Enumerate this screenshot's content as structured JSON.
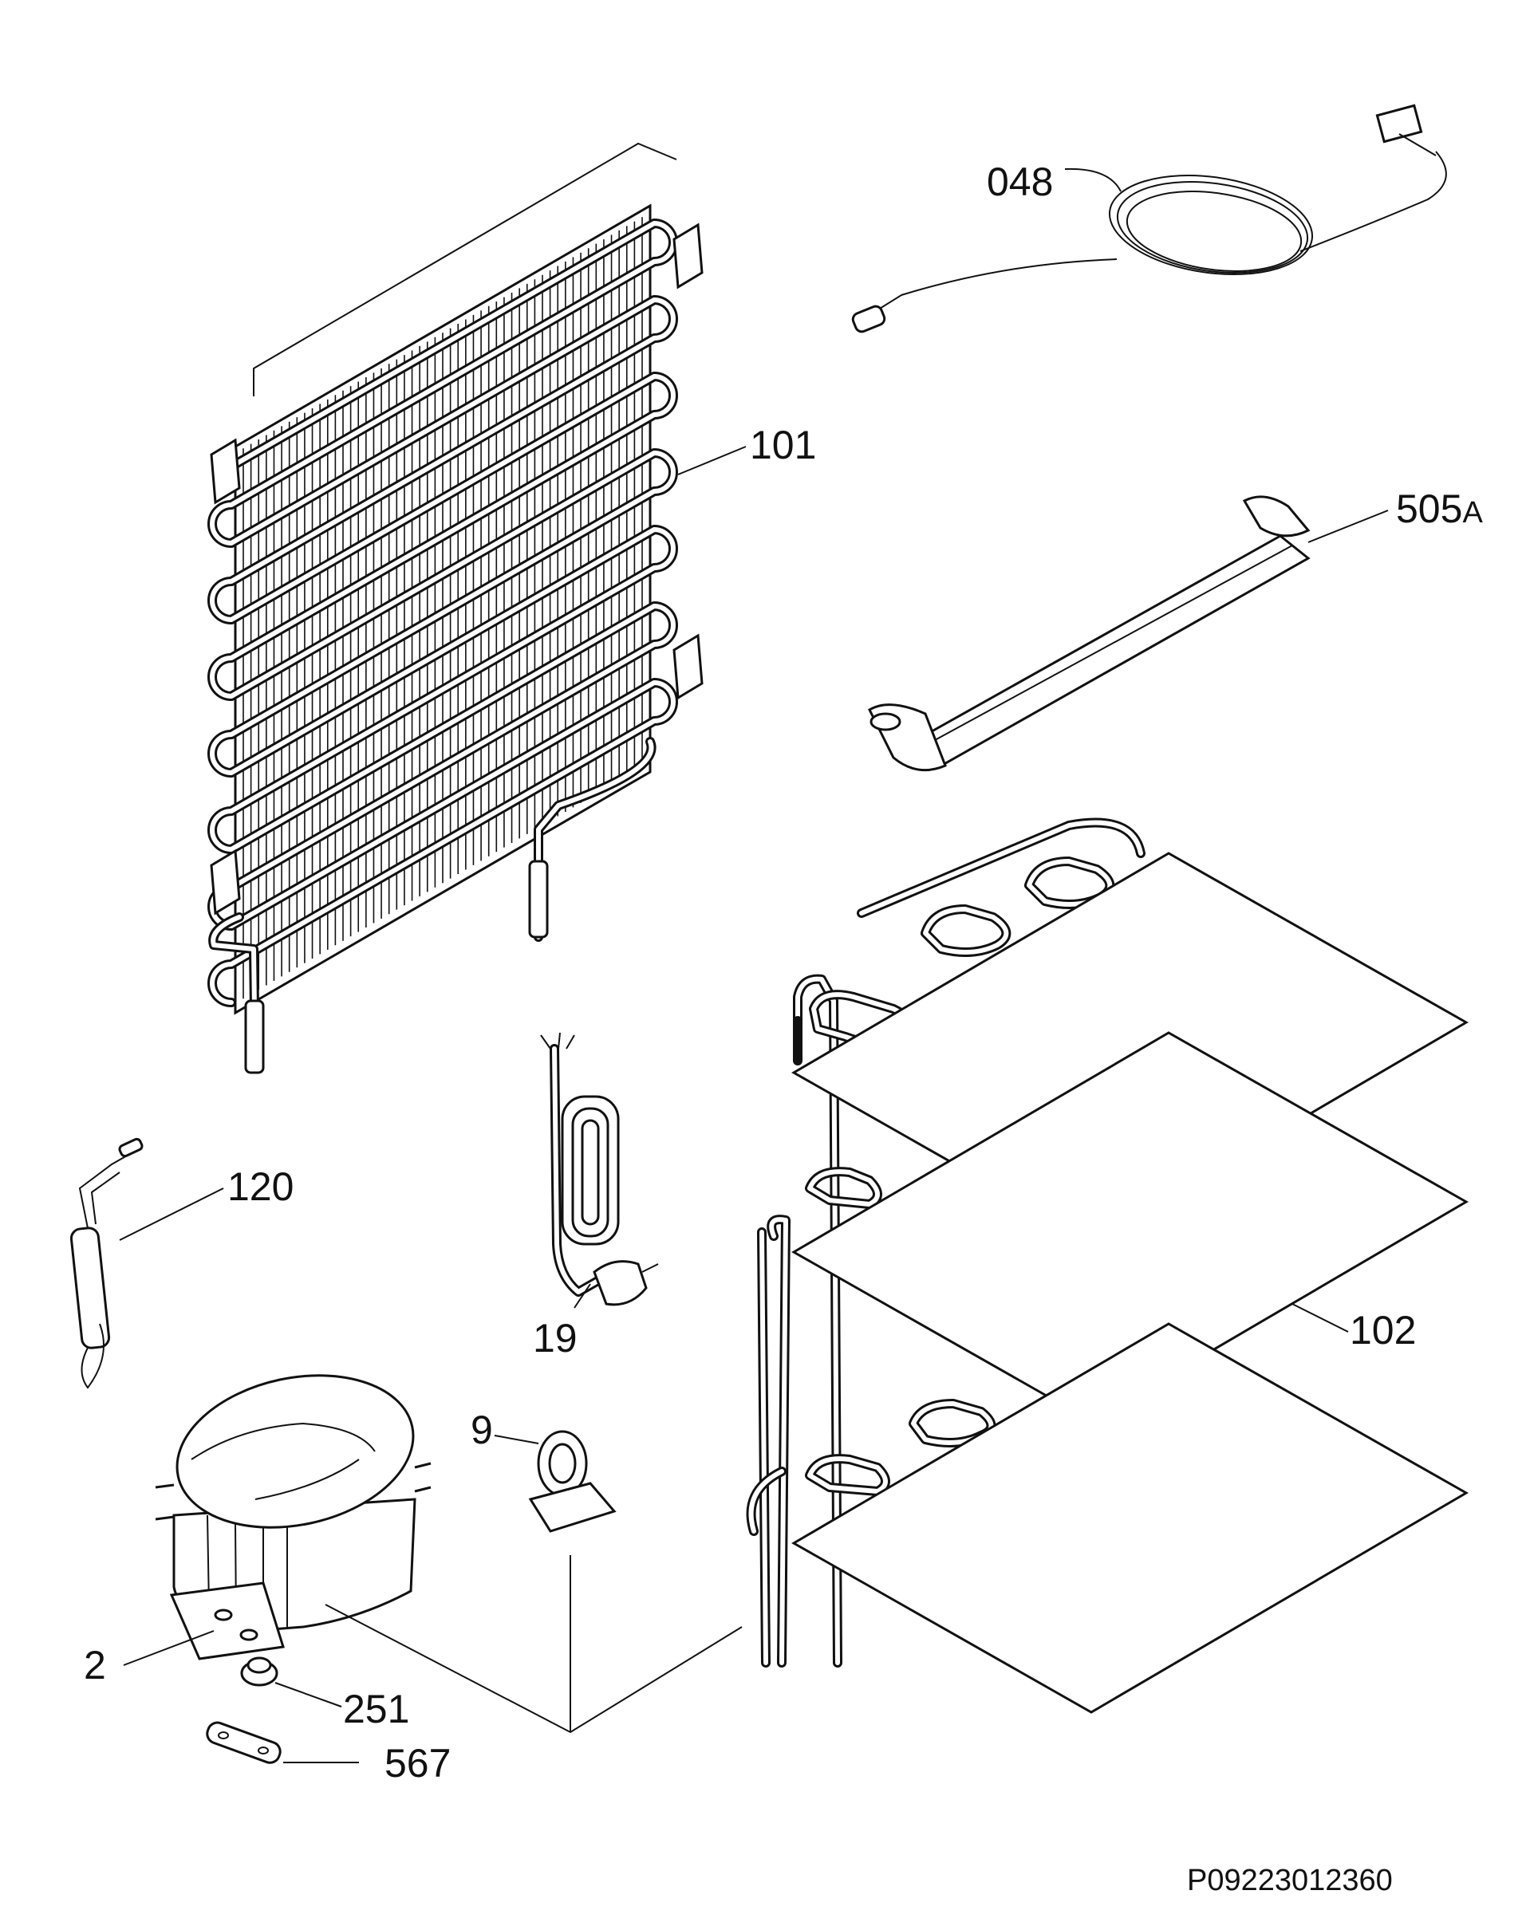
{
  "parts": [
    {
      "ref": "048"
    },
    {
      "ref": "101"
    },
    {
      "ref": "505",
      "suffix": "A"
    },
    {
      "ref": "120"
    },
    {
      "ref": "19"
    },
    {
      "ref": "102"
    },
    {
      "ref": "9"
    },
    {
      "ref": "2"
    },
    {
      "ref": "251"
    },
    {
      "ref": "567"
    }
  ],
  "drawing_code": "P09223012360"
}
